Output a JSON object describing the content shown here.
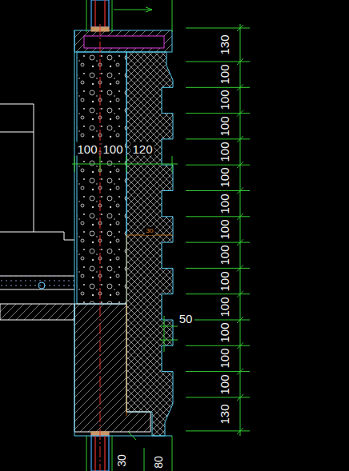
{
  "diagram": {
    "labels": [
      "130",
      "100",
      "100",
      "100",
      "100",
      "100",
      "100",
      "100",
      "100",
      "100",
      "100",
      "100",
      "100",
      "100",
      "130",
      "100",
      "100",
      "120",
      "50",
      "30",
      "30",
      "80"
    ]
  }
}
